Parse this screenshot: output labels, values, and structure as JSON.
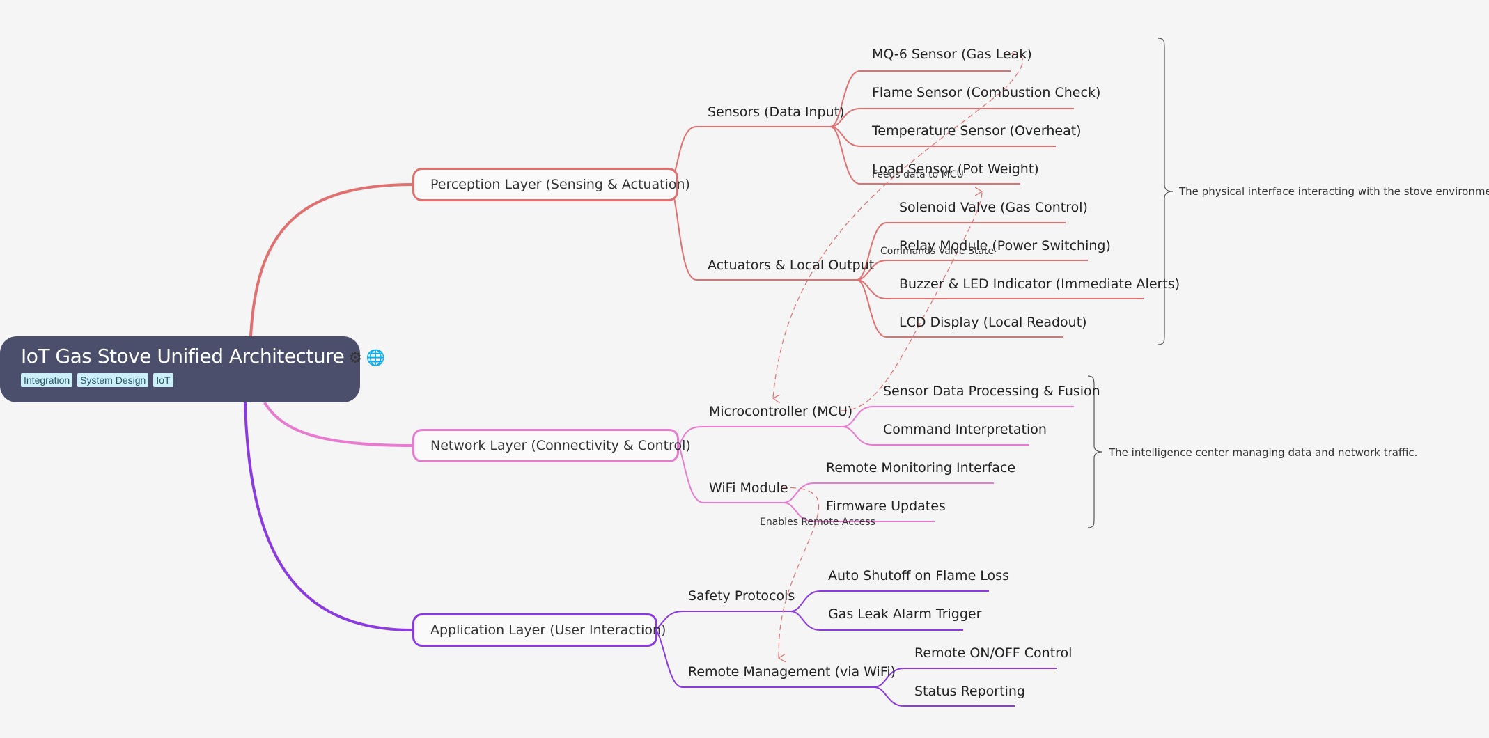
{
  "root": {
    "title": "IoT Gas Stove Unified Architecture",
    "icons": [
      "gear-icon",
      "globe-icon"
    ],
    "tags": [
      "Integration",
      "System Design",
      "IoT"
    ]
  },
  "colors": {
    "perception": "#e07070",
    "network": "#e87ad0",
    "application": "#8a3ae0",
    "relation": "#e07070",
    "root_bg": "#4c4f6b"
  },
  "perception": {
    "label": "Perception Layer (Sensing & Actuation)",
    "sensors": {
      "label": "Sensors (Data Input)",
      "items": [
        "MQ-6 Sensor (Gas Leak)",
        "Flame Sensor (Combustion Check)",
        "Temperature Sensor (Overheat)",
        "Load Sensor (Pot Weight)"
      ]
    },
    "actuators": {
      "label": "Actuators & Local Output",
      "items": [
        "Solenoid Valve (Gas Control)",
        "Relay Module (Power Switching)",
        "Buzzer & LED Indicator (Immediate Alerts)",
        "LCD Display (Local Readout)"
      ]
    },
    "summary": "The physical interface interacting with the stove environment."
  },
  "network": {
    "label": "Network Layer (Connectivity & Control)",
    "mcu": {
      "label": "Microcontroller (MCU)",
      "items": [
        "Sensor Data Processing & Fusion",
        "Command Interpretation"
      ]
    },
    "wifi": {
      "label": "WiFi Module",
      "items": [
        "Remote Monitoring Interface",
        "Firmware Updates"
      ]
    },
    "summary": "The intelligence center managing data and network traffic."
  },
  "application": {
    "label": "Application Layer (User Interaction)",
    "safety": {
      "label": "Safety Protocols",
      "items": [
        "Auto Shutoff on Flame Loss",
        "Gas Leak Alarm Trigger"
      ]
    },
    "remote": {
      "label": "Remote Management (via WiFi)",
      "items": [
        "Remote ON/OFF Control",
        "Status Reporting"
      ]
    }
  },
  "relations": [
    "Feeds data to MCU",
    "Commands Valve State",
    "Enables Remote Access"
  ]
}
